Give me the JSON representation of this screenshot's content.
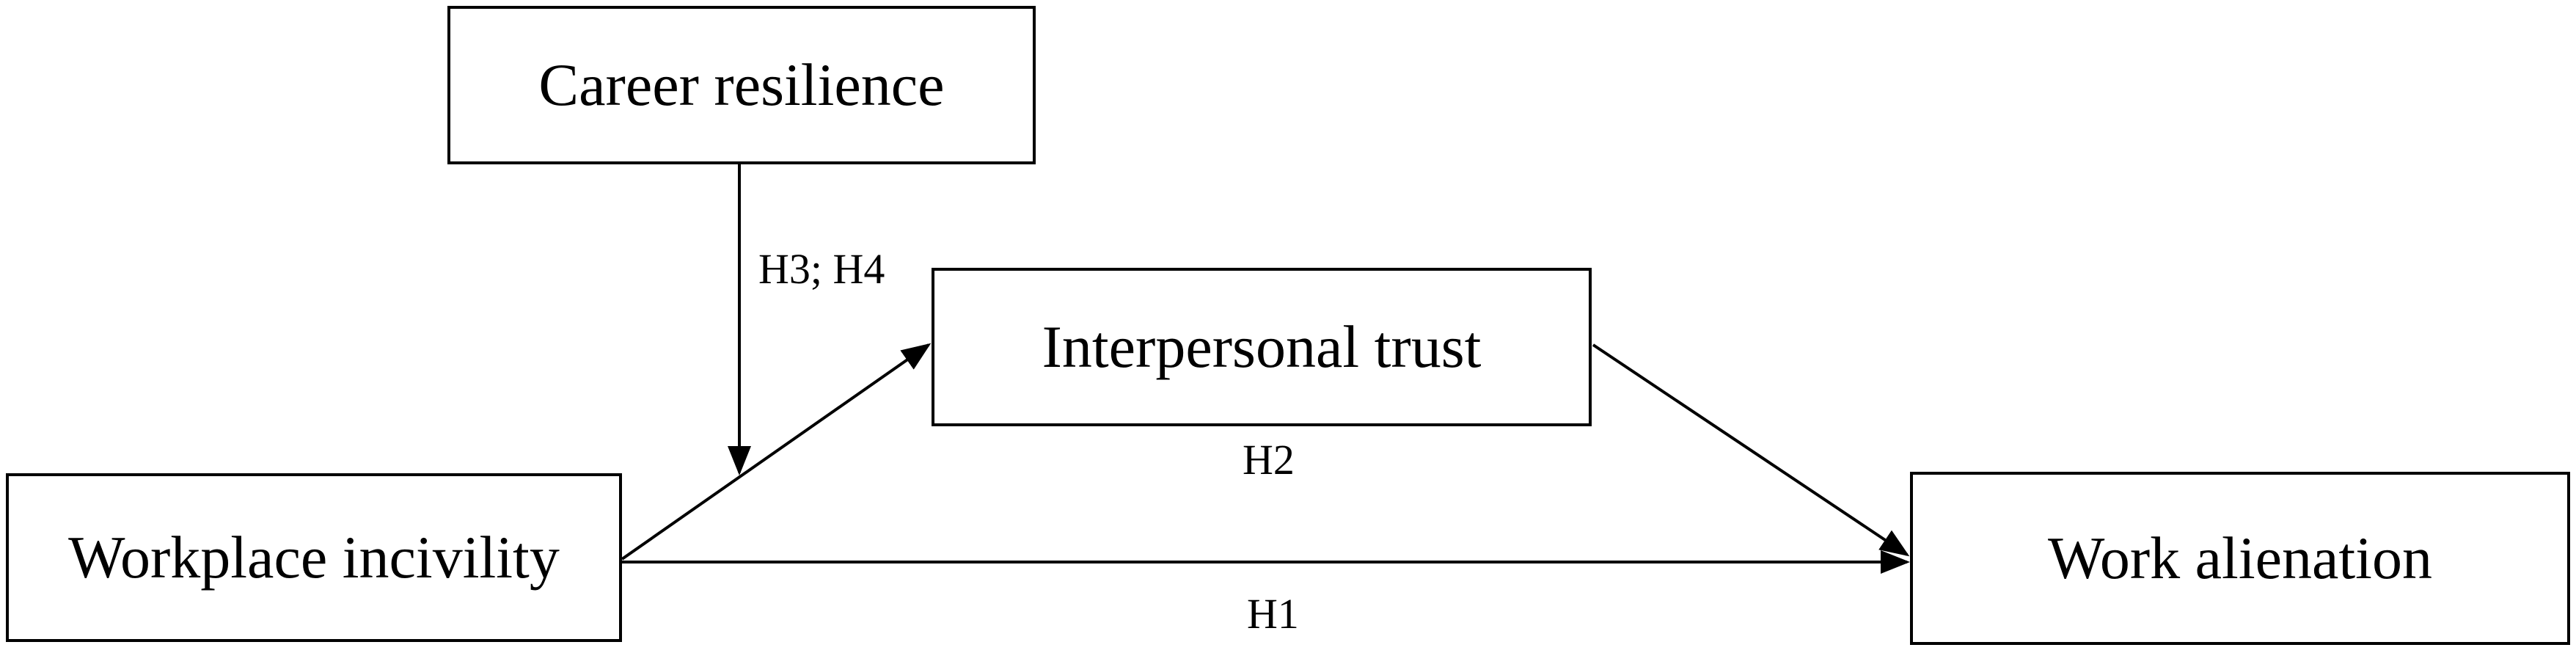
{
  "nodes": {
    "career_resilience": "Career resilience",
    "interpersonal_trust": "Interpersonal trust",
    "workplace_incivility": "Workplace incivility",
    "work_alienation": "Work alienation"
  },
  "edges": {
    "moderation_label": "H3; H4",
    "mediation_label": "H2",
    "direct_label": "H1"
  },
  "colors": {
    "stroke": "#000000",
    "background": "#ffffff"
  }
}
